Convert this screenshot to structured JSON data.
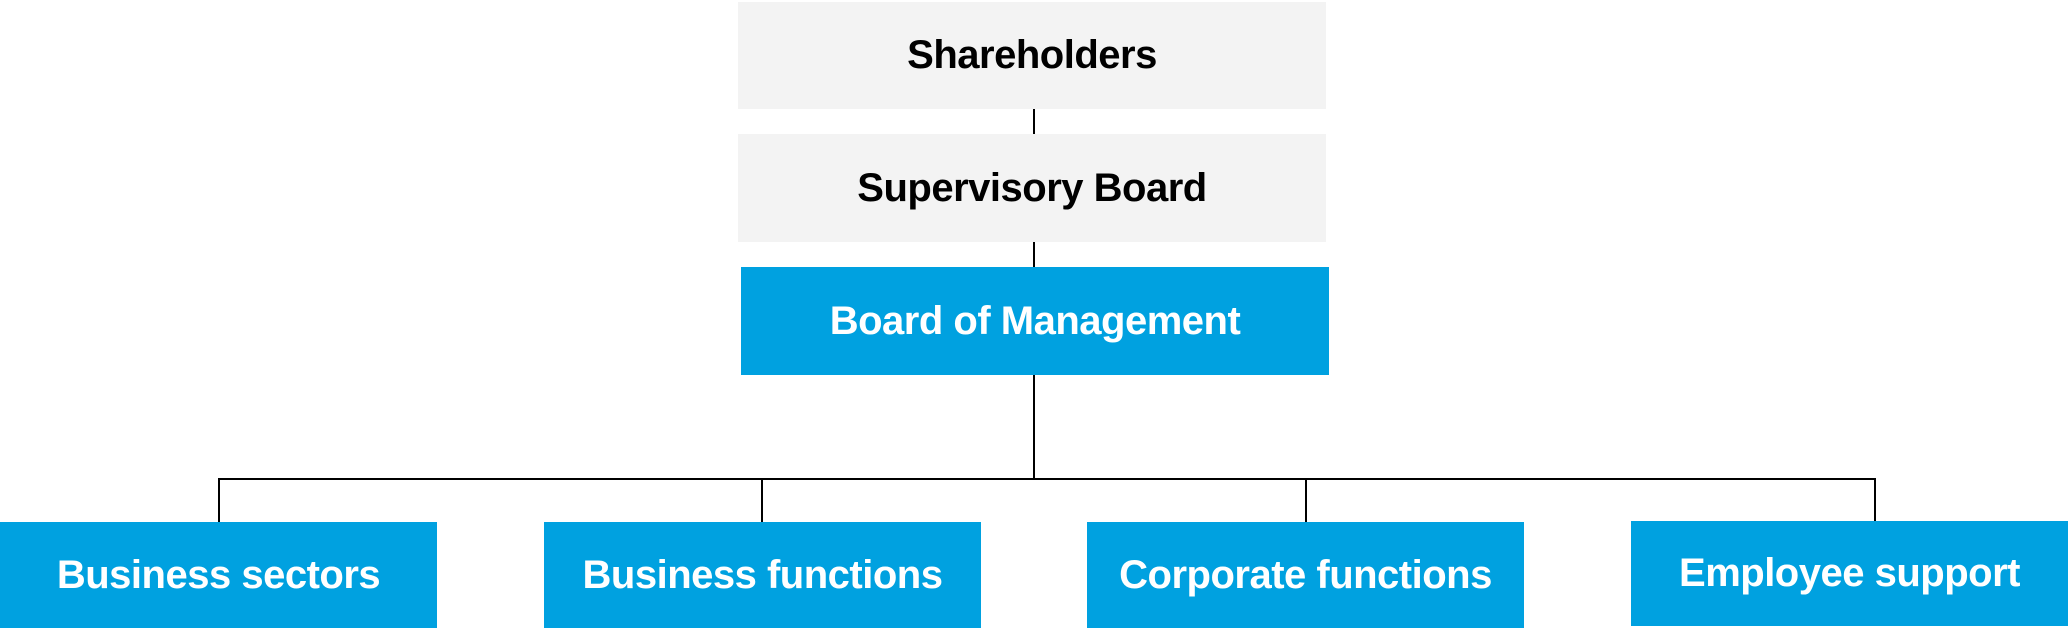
{
  "colors": {
    "grey_box": "#f3f3f3",
    "blue_box": "#00a1e0",
    "connector": "#000000"
  },
  "nodes": {
    "shareholders": "Shareholders",
    "supervisory_board": "Supervisory Board",
    "board_of_management": "Board of Management",
    "children": [
      "Business sectors",
      "Business functions",
      "Corporate functions",
      "Employee support"
    ]
  }
}
